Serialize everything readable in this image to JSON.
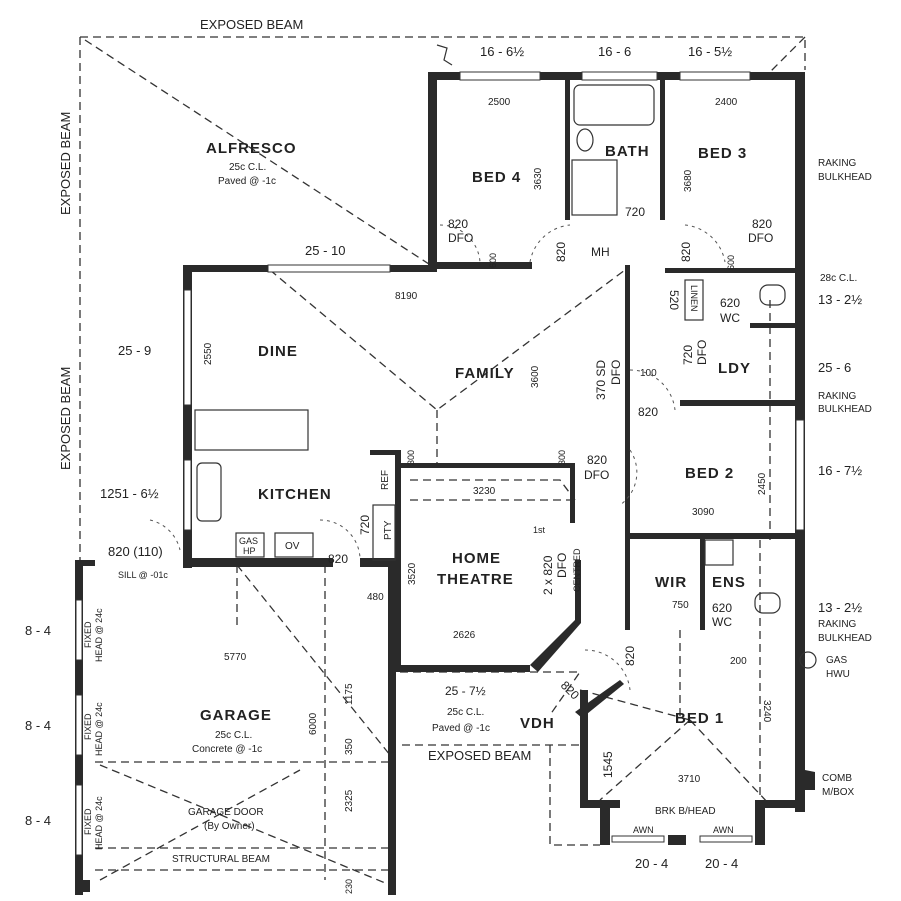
{
  "plan": {
    "exposed_beam_top": "EXPOSED BEAM",
    "exposed_beam_left1": "EXPOSED BEAM",
    "exposed_beam_left2": "EXPOSED BEAM",
    "exposed_beam_front": "EXPOSED BEAM",
    "rooms": {
      "alfresco": "ALFRESCO",
      "alfresco_cl": "25c C.L.",
      "alfresco_floor": "Paved @ -1c",
      "bed4": "BED 4",
      "bath": "BATH",
      "bed3": "BED 3",
      "dine": "DINE",
      "family": "FAMILY",
      "kitchen": "KITCHEN",
      "ldy": "LDY",
      "bed2": "BED 2",
      "home_theatre_1": "HOME",
      "home_theatre_2": "THEATRE",
      "wir": "WIR",
      "ens": "ENS",
      "garage": "GARAGE",
      "garage_cl": "25c C.L.",
      "garage_floor": "Concrete @ -1c",
      "garage_door": "GARAGE DOOR",
      "garage_door_note": "(By Owner)",
      "structural_beam": "STRUCTURAL BEAM",
      "vdh": "VDH",
      "porch_size": "25 - 7½",
      "porch_cl": "25c C.L.",
      "porch_floor": "Paved @ -1c",
      "bed1": "BED 1",
      "linen": "LINEN",
      "wc1": "WC",
      "wc2": "WC",
      "pty": "PTY",
      "ref": "REF",
      "gas_hp_1": "GAS",
      "gas_hp_2": "HP",
      "oven": "OV",
      "mh": "MH",
      "brk_bhead": "BRK B/HEAD",
      "awn1": "AWN",
      "awn2": "AWN"
    },
    "annotations": {
      "raking_bulkhead_1a": "RAKING",
      "raking_bulkhead_1b": "BULKHEAD",
      "raking_bulkhead_2a": "RAKING",
      "raking_bulkhead_2b": "BULKHEAD",
      "raking_bulkhead_3a": "RAKING",
      "raking_bulkhead_3b": "BULKHEAD",
      "cl_28c": "28c C.L.",
      "gas_hwu_1": "GAS",
      "gas_hwu_2": "HWU",
      "comb_mbox_1": "COMB",
      "comb_mbox_2": "M/BOX",
      "sill": "SILL @ -01c",
      "fixed_head_1a": "FIXED",
      "fixed_head_1b": "HEAD @ 24c",
      "fixed_head_2a": "FIXED",
      "fixed_head_2b": "HEAD @ 24c",
      "fixed_head_3a": "FIXED",
      "fixed_head_3b": "HEAD @ 24c",
      "dfo": "DFO",
      "dfo2": "DFO",
      "dfo3": "DFO",
      "dfo4": "DFO",
      "dfo5": "DFO",
      "dfo6": "DFO",
      "sd": "370 SD",
      "first": "1st",
      "two_x_820": "2 x 820",
      "centred": "CENTRED"
    },
    "window_sizes": {
      "w1": "16 - 6½",
      "w2": "16 - 6",
      "w3": "16 - 5½",
      "w4": "13 - 2½",
      "w5": "25 - 6",
      "w6": "16 - 7½",
      "w7": "13 - 2½",
      "w8": "25 - 10",
      "w9": "25 - 9",
      "w10": "1251 - 6½",
      "w11": "820 (110)",
      "w12": "8 - 4",
      "w13": "8 - 4",
      "w14": "8 - 4",
      "w15": "20 - 4",
      "w16": "20 - 4"
    },
    "dimensions": {
      "d2500": "2500",
      "d2400": "2400",
      "d3630": "3630",
      "d3680": "3680",
      "d820a": "820",
      "d600a": "600",
      "d820b": "820",
      "d720a": "720",
      "d820c": "820",
      "d820d": "820",
      "d600b": "600",
      "d520": "520",
      "d620a": "620",
      "d720b": "720",
      "d100": "100",
      "d820e": "820",
      "d3600": "3600",
      "d8190": "8190",
      "d2550": "2550",
      "d300a": "300",
      "d300b": "300",
      "d3230": "3230",
      "d820f": "820",
      "d2450": "2450",
      "d3090": "3090",
      "d720c": "720",
      "d820g": "820",
      "d3520": "3520",
      "d480": "480",
      "d750": "750",
      "d620b": "620",
      "d200": "200",
      "d5770": "5770",
      "d6000": "6000",
      "d1175": "1175",
      "d350": "350",
      "d2325": "2325",
      "d230": "230",
      "d2626": "2626",
      "d820h": "820",
      "d820i": "820",
      "d1545": "1545",
      "d3240": "3240",
      "d3710": "3710"
    }
  }
}
